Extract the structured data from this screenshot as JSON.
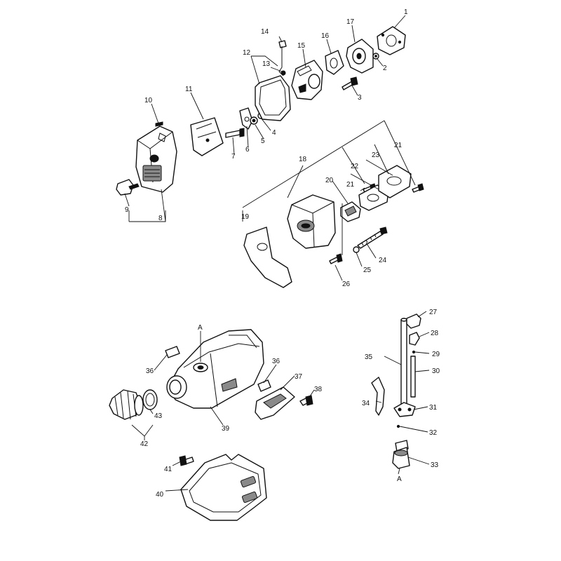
{
  "callouts": [
    {
      "id": "1",
      "text": "1"
    },
    {
      "id": "2",
      "text": "2"
    },
    {
      "id": "3",
      "text": "3"
    },
    {
      "id": "4",
      "text": "4"
    },
    {
      "id": "5",
      "text": "5"
    },
    {
      "id": "6",
      "text": "6"
    },
    {
      "id": "7",
      "text": "7"
    },
    {
      "id": "8",
      "text": "8"
    },
    {
      "id": "9",
      "text": "9"
    },
    {
      "id": "10",
      "text": "10"
    },
    {
      "id": "11",
      "text": "11"
    },
    {
      "id": "12",
      "text": "12"
    },
    {
      "id": "13",
      "text": "13"
    },
    {
      "id": "14",
      "text": "14"
    },
    {
      "id": "15",
      "text": "15"
    },
    {
      "id": "16",
      "text": "16"
    },
    {
      "id": "17",
      "text": "17"
    },
    {
      "id": "18",
      "text": "18"
    },
    {
      "id": "19",
      "text": "19"
    },
    {
      "id": "20",
      "text": "20"
    },
    {
      "id": "21a",
      "text": "21"
    },
    {
      "id": "21b",
      "text": "21"
    },
    {
      "id": "22",
      "text": "22"
    },
    {
      "id": "23",
      "text": "23"
    },
    {
      "id": "24",
      "text": "24"
    },
    {
      "id": "25",
      "text": "25"
    },
    {
      "id": "26",
      "text": "26"
    },
    {
      "id": "27",
      "text": "27"
    },
    {
      "id": "28",
      "text": "28"
    },
    {
      "id": "29",
      "text": "29"
    },
    {
      "id": "30",
      "text": "30"
    },
    {
      "id": "31",
      "text": "31"
    },
    {
      "id": "32",
      "text": "32"
    },
    {
      "id": "33",
      "text": "33"
    },
    {
      "id": "34",
      "text": "34"
    },
    {
      "id": "35",
      "text": "35"
    },
    {
      "id": "36a",
      "text": "36"
    },
    {
      "id": "36b",
      "text": "36"
    },
    {
      "id": "37",
      "text": "37"
    },
    {
      "id": "38",
      "text": "38"
    },
    {
      "id": "39",
      "text": "39"
    },
    {
      "id": "40",
      "text": "40"
    },
    {
      "id": "41",
      "text": "41"
    },
    {
      "id": "42",
      "text": "42"
    },
    {
      "id": "43",
      "text": "43"
    },
    {
      "id": "A1",
      "text": "A"
    },
    {
      "id": "A2",
      "text": "A"
    }
  ]
}
